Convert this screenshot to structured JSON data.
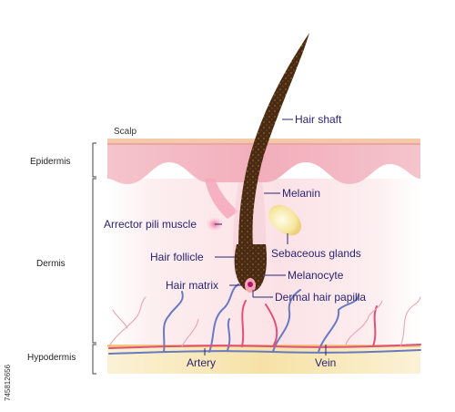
{
  "layers": {
    "scalp": "Scalp",
    "epidermis": "Epidermis",
    "dermis": "Dermis",
    "hypodermis": "Hypodermis"
  },
  "labels": {
    "hair_shaft": "Hair shaft",
    "melanin": "Melanin",
    "arrector_pili_muscle": "Arrector pili muscle",
    "sebaceous_glands": "Sebaceous glands",
    "hair_follicle": "Hair follicle",
    "melanocyte": "Melanocyte",
    "hair_matrix": "Hair matrix",
    "dermal_hair_papilla": "Dermal hair papilla",
    "artery": "Artery",
    "vein": "Vein"
  },
  "watermark": {
    "id": "745812656"
  },
  "colors": {
    "label_text": "#2a2470",
    "hair": "#4a2a14",
    "epidermis": "#f3b2bd",
    "dermis": "#fbe3e6",
    "hypodermis": "#f7e6b2",
    "artery": "#e2507a",
    "vein": "#6a7ac0"
  }
}
